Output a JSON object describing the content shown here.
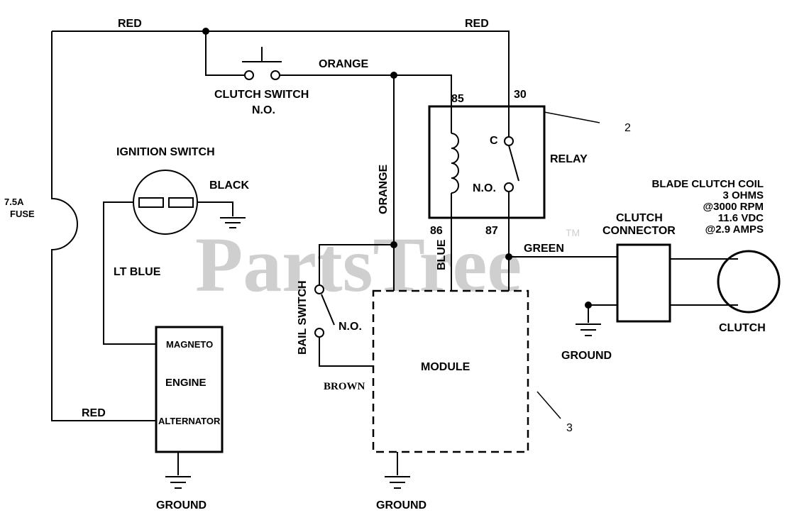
{
  "watermark": {
    "text": "PartsTree",
    "tm": "TM"
  },
  "wires": {
    "red_top_left": "RED",
    "red_top_right": "RED",
    "red_bottom": "RED",
    "orange_top": "ORANGE",
    "orange_vertical": "ORANGE",
    "black": "BLACK",
    "lt_blue": "LT  BLUE",
    "blue": "BLUE",
    "green": "GREEN",
    "brown": "BROWN"
  },
  "fuse": {
    "line1": "7.5A",
    "line2": "FUSE"
  },
  "clutch_switch": {
    "line1": "CLUTCH SWITCH",
    "line2": "N.O."
  },
  "ignition_switch": {
    "label": "IGNITION SWITCH"
  },
  "engine": {
    "magneto": "MAGNETO",
    "engine": "ENGINE",
    "alternator": "ALTERNATOR"
  },
  "relay": {
    "label": "RELAY",
    "pin85": "85",
    "pin30": "30",
    "pin86": "86",
    "pin87": "87",
    "c": "C",
    "no": "N.O.",
    "callout": "2"
  },
  "bail_switch": {
    "label": "BAIL SWITCH",
    "no": "N.O."
  },
  "module": {
    "label": "MODULE",
    "callout": "3"
  },
  "clutch_connector": {
    "line1": "CLUTCH",
    "line2": "CONNECTOR"
  },
  "blade_clutch_coil": {
    "line1": "BLADE CLUTCH COIL",
    "line2": "3 OHMS",
    "line3": "@3000 RPM",
    "line4": "11.6 VDC",
    "line5": "@2.9 AMPS"
  },
  "clutch": {
    "label": "CLUTCH"
  },
  "grounds": {
    "engine": "GROUND",
    "module": "GROUND",
    "connector": "GROUND"
  }
}
